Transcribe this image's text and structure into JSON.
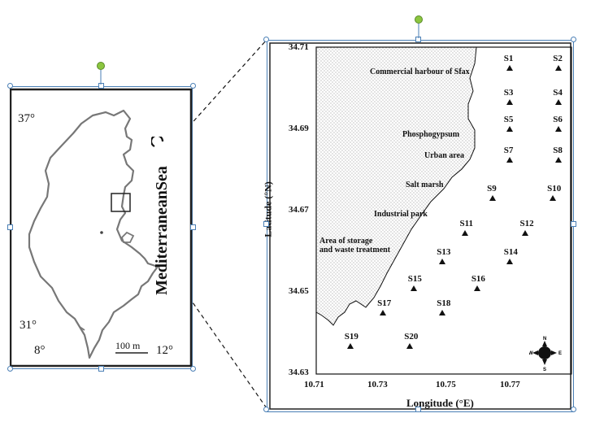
{
  "inset_map": {
    "lat_labels": [
      "37°",
      "31°"
    ],
    "lon_labels": [
      "8°",
      "12°"
    ],
    "sea_label": "MediterraneanSea",
    "scale_label": "100 m"
  },
  "main_map": {
    "x_axis_label": "Longitude (°E)",
    "y_axis_label": "Latitude (°N)",
    "x_ticks": [
      "10.71",
      "10.73",
      "10.75",
      "10.77"
    ],
    "y_ticks": [
      "34.71",
      "34.69",
      "34.67",
      "34.65",
      "34.63"
    ],
    "zones": {
      "harbour": "Commercial harbour of Sfax",
      "phospho": "Phosphogypsum",
      "urban": "Urban area",
      "salt": "Salt marsh",
      "industrial": "Industrial park",
      "storage_1": "Area of storage",
      "storage_2": "and waste treatment"
    },
    "stations": [
      {
        "name": "S1",
        "lon": 10.763,
        "lat": 34.7051
      },
      {
        "name": "S2",
        "lon": 10.7765,
        "lat": 34.7051
      },
      {
        "name": "S3",
        "lon": 10.763,
        "lat": 34.6966
      },
      {
        "name": "S4",
        "lon": 10.7765,
        "lat": 34.6966
      },
      {
        "name": "S5",
        "lon": 10.763,
        "lat": 34.6901
      },
      {
        "name": "S6",
        "lon": 10.7765,
        "lat": 34.6901
      },
      {
        "name": "S7",
        "lon": 10.763,
        "lat": 34.6826
      },
      {
        "name": "S8",
        "lon": 10.7765,
        "lat": 34.6826
      },
      {
        "name": "S9",
        "lon": 10.7584,
        "lat": 34.6731
      },
      {
        "name": "S10",
        "lon": 10.7749,
        "lat": 34.6731
      },
      {
        "name": "S11",
        "lon": 10.7509,
        "lat": 34.6646
      },
      {
        "name": "S12",
        "lon": 10.7674,
        "lat": 34.6646
      },
      {
        "name": "S13",
        "lon": 10.7446,
        "lat": 34.6576
      },
      {
        "name": "S14",
        "lon": 10.763,
        "lat": 34.6576
      },
      {
        "name": "S15",
        "lon": 10.7367,
        "lat": 34.6511
      },
      {
        "name": "S16",
        "lon": 10.7541,
        "lat": 34.6511
      },
      {
        "name": "S17",
        "lon": 10.7283,
        "lat": 34.6451
      },
      {
        "name": "S18",
        "lon": 10.7446,
        "lat": 34.6451
      },
      {
        "name": "S19",
        "lon": 10.7193,
        "lat": 34.637
      },
      {
        "name": "S20",
        "lon": 10.7357,
        "lat": 34.637
      }
    ],
    "compass": {
      "n": "N",
      "s": "S",
      "e": "E",
      "w": "W"
    }
  }
}
